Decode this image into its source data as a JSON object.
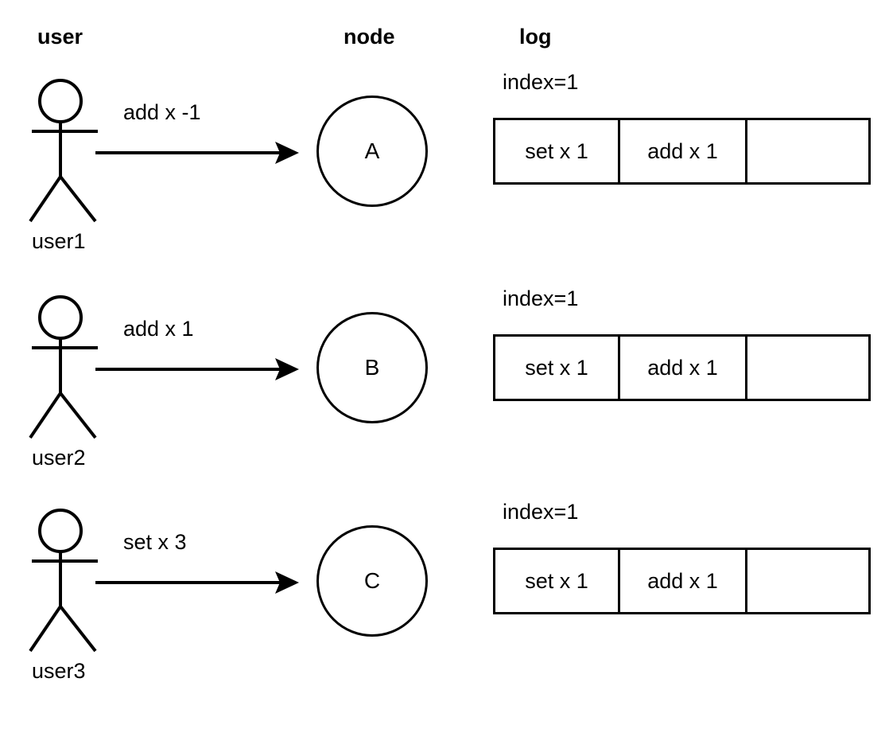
{
  "headers": {
    "user": "user",
    "node": "node",
    "log": "log"
  },
  "colors": {
    "stroke": "#000000",
    "background": "#ffffff"
  },
  "rows": [
    {
      "user_label": "user1",
      "user_icon": "stick-figure-icon",
      "edge_label": "add x -1",
      "arrow_icon": "arrow-right-icon",
      "node_letter": "A",
      "log_index": "index=1",
      "log_cells": [
        "set x 1",
        "add x 1",
        ""
      ]
    },
    {
      "user_label": "user2",
      "user_icon": "stick-figure-icon",
      "edge_label": "add x 1",
      "arrow_icon": "arrow-right-icon",
      "node_letter": "B",
      "log_index": "index=1",
      "log_cells": [
        "set x 1",
        "add x 1",
        ""
      ]
    },
    {
      "user_label": "user3",
      "user_icon": "stick-figure-icon",
      "edge_label": "set x 3",
      "arrow_icon": "arrow-right-icon",
      "node_letter": "C",
      "log_index": "index=1",
      "log_cells": [
        "set x 1",
        "add x 1",
        ""
      ]
    }
  ]
}
